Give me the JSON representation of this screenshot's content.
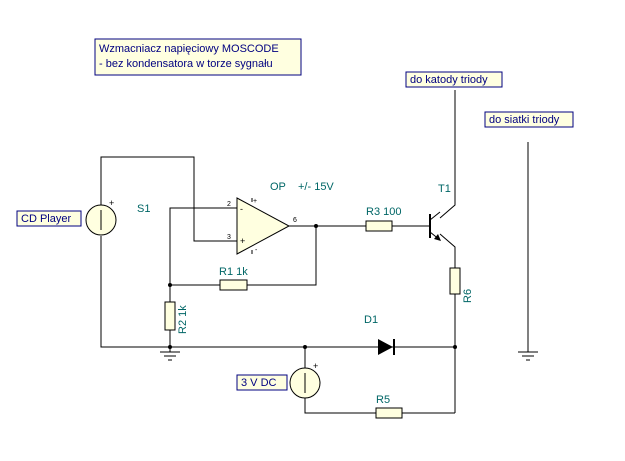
{
  "title_note": {
    "line1": "Wzmacniacz napięciowy MOSCODE",
    "line2": "- bez kondensatora w torze sygnału"
  },
  "labels": {
    "cd_player": "CD Player",
    "s1": "S1",
    "op": "OP",
    "op_supply": "+/- 15V",
    "r3": "R3 100",
    "t1": "T1",
    "r1": "R1 1k",
    "r2": "R2 1k",
    "r6": "R6",
    "d1": "D1",
    "r5": "R5",
    "dc_source": "3 V DC",
    "cathode": "do katody triody",
    "grid": "do siatki triody"
  },
  "pins": {
    "p2": "2",
    "p3": "3",
    "p6": "6",
    "op_inv": "-",
    "op_noninv": "+",
    "op_supply_plus": "+",
    "op_supply_minus": "-",
    "src_plus": "+"
  },
  "colors": {
    "wire": "#000000",
    "label_text": "#006666",
    "box_text": "#000080",
    "component_fill": "#ffffe0"
  }
}
